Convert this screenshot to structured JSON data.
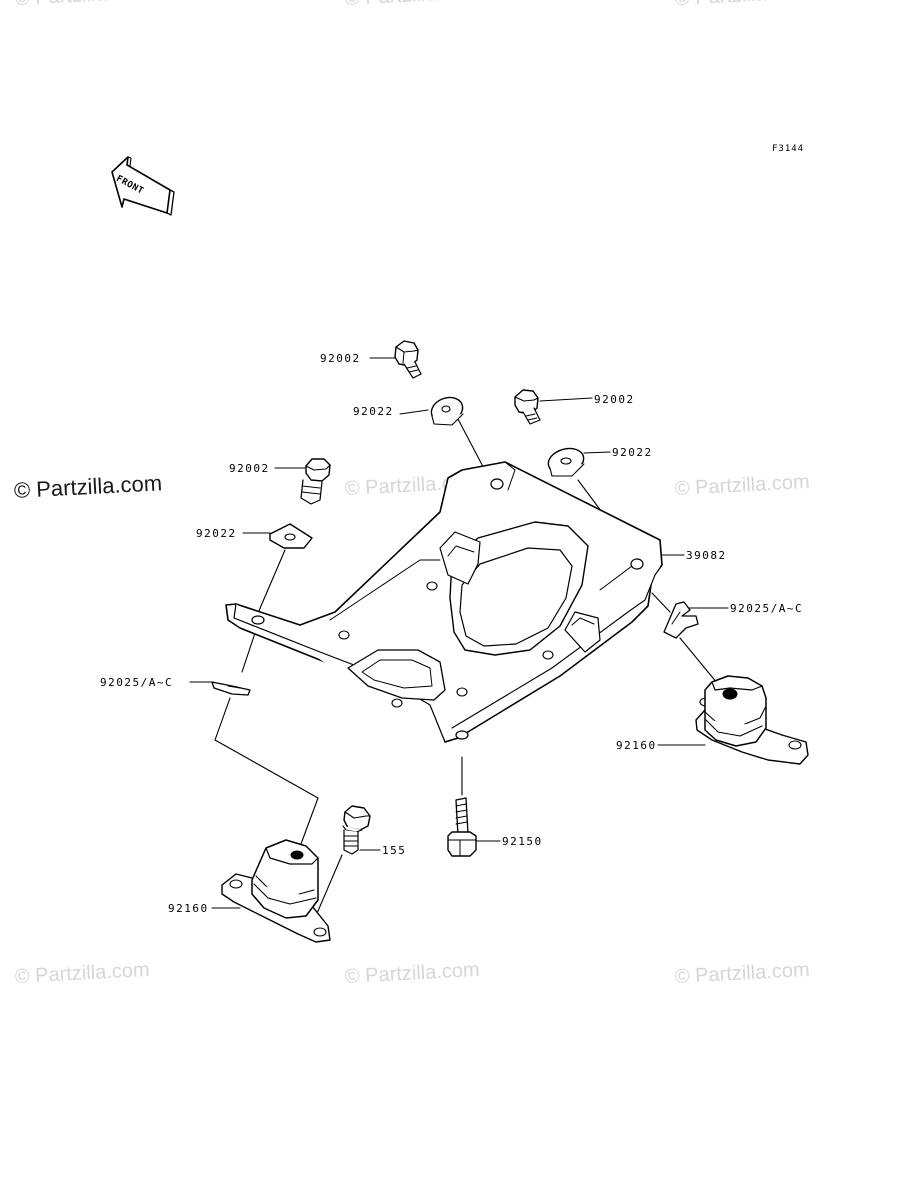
{
  "figure_code": "F3144",
  "front_label": "FRONT",
  "watermarks": {
    "brand": "© Partzilla.com",
    "main": "© Partzilla.com"
  },
  "parts": {
    "bolt_top": "92002",
    "washer_top": "92022",
    "bolt_right": "92002",
    "washer_right": "92022",
    "bolt_left": "92002",
    "washer_left": "92022",
    "plate": "39082",
    "clip_right": "92025/A~C",
    "clip_left": "92025/A~C",
    "mount_right": "92160",
    "bolt_center": "92150",
    "bolt_155": "155",
    "mount_left": "92160"
  }
}
